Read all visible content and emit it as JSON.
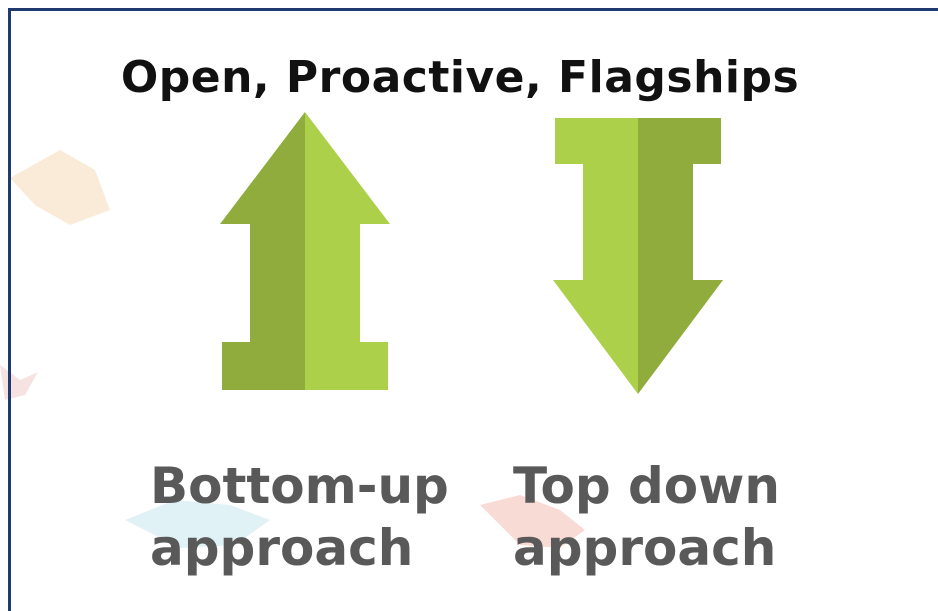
{
  "title": "Open, Proactive, Flagships",
  "approaches": [
    {
      "line1": "Bottom-up",
      "line2": "approach",
      "direction": "up"
    },
    {
      "line1": "Top down",
      "line2": "approach",
      "direction": "down"
    }
  ],
  "colors": {
    "arrow_dark": "#8fac3c",
    "arrow_light": "#acd049",
    "caption_text": "#595959",
    "title_text": "#111111",
    "frame_border": "#1e3a6e"
  }
}
